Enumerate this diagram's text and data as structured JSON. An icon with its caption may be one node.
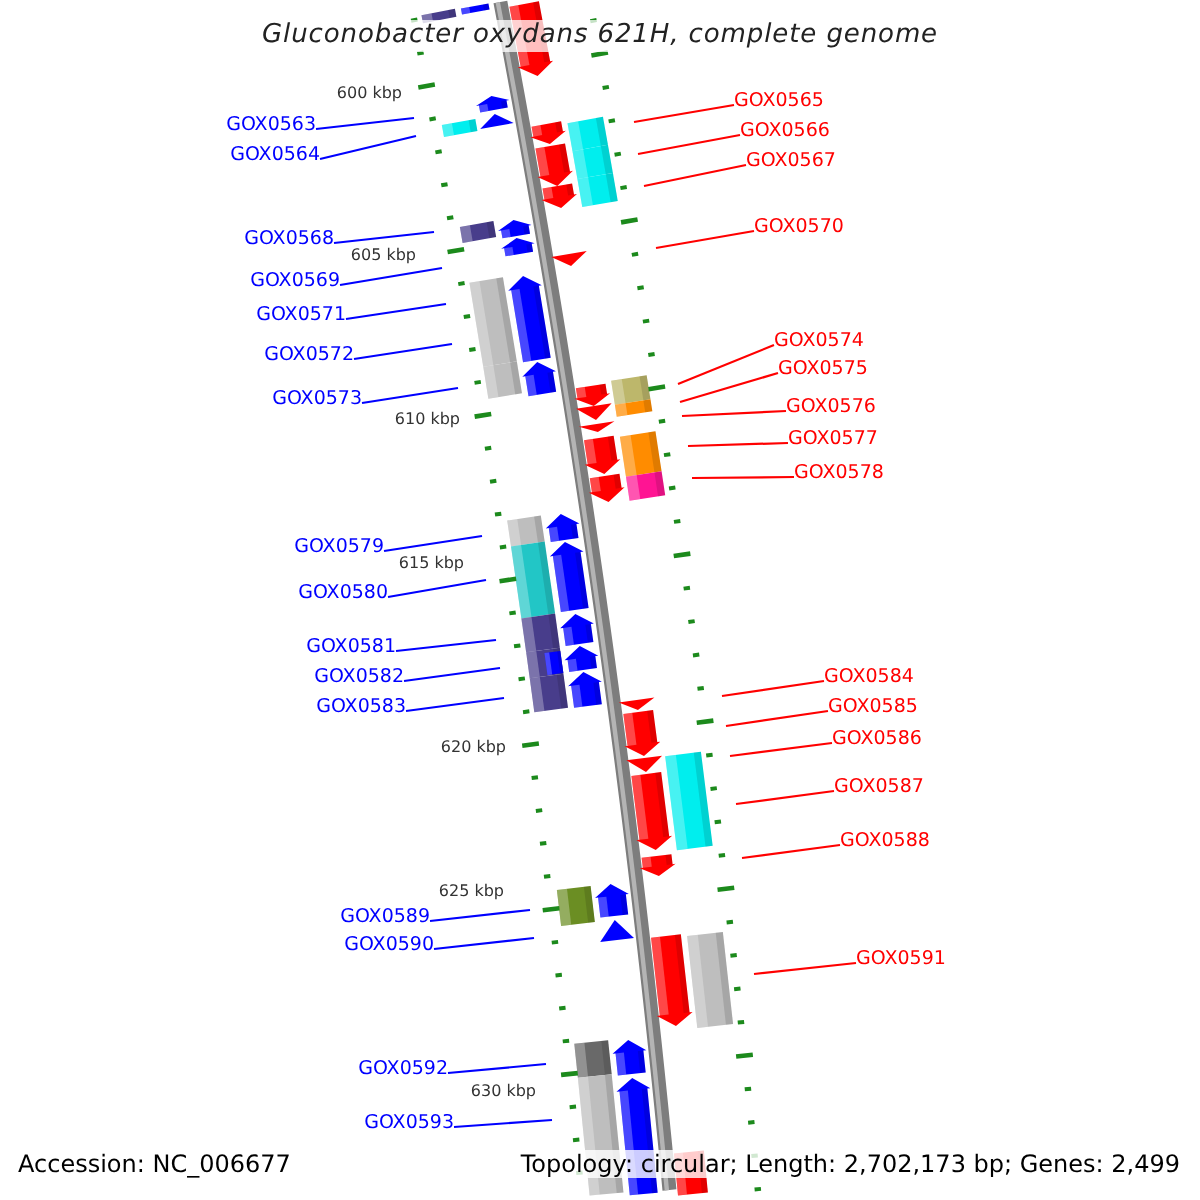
{
  "diagram": {
    "title": "Gluconobacter oxydans 621H, complete genome",
    "nodes": [
      {
        "text": [
          "GOX0563"
        ]
      },
      {
        "text": [
          "GOX0564"
        ]
      },
      {
        "text": [
          "GOX0565"
        ]
      },
      {
        "text": [
          "GOX0566"
        ]
      },
      {
        "text": [
          "GOX0567"
        ]
      },
      {
        "text": [
          "GOX0568"
        ]
      },
      {
        "text": [
          "GOX0569"
        ]
      },
      {
        "text": [
          "GOX0570"
        ]
      },
      {
        "text": [
          "GOX0571"
        ]
      },
      {
        "text": [
          "GOX0572"
        ]
      },
      {
        "text": [
          "GOX0573"
        ]
      },
      {
        "text": [
          "GOX0574"
        ]
      },
      {
        "text": [
          "GOX0575"
        ]
      },
      {
        "text": [
          "GOX0576"
        ]
      },
      {
        "text": [
          "GOX0577"
        ]
      },
      {
        "text": [
          "GOX0578"
        ]
      },
      {
        "text": [
          "GOX0579"
        ]
      },
      {
        "text": [
          "GOX0580"
        ]
      },
      {
        "text": [
          "GOX0581"
        ]
      },
      {
        "text": [
          "GOX0582"
        ]
      },
      {
        "text": [
          "GOX0583"
        ]
      },
      {
        "text": [
          "GOX0584"
        ]
      },
      {
        "text": [
          "GOX0585"
        ]
      },
      {
        "text": [
          "GOX0586"
        ]
      },
      {
        "text": [
          "GOX0587"
        ]
      },
      {
        "text": [
          "GOX0588"
        ]
      },
      {
        "text": [
          "GOX0589"
        ]
      },
      {
        "text": [
          "GOX0590"
        ]
      },
      {
        "text": [
          "GOX0591"
        ]
      },
      {
        "text": [
          "GOX0592"
        ]
      },
      {
        "text": [
          "GOX0593"
        ]
      }
    ],
    "edges": [
      {
        "from": 0,
        "to": null,
        "arrow": "none"
      },
      {
        "from": 1,
        "to": null,
        "arrow": "none"
      },
      {
        "from": 2,
        "to": null,
        "arrow": "none",
        "color": "#ff0000"
      },
      {
        "from": 3,
        "to": null,
        "arrow": "none",
        "color": "#ff0000"
      },
      {
        "from": 4,
        "to": null,
        "arrow": "none",
        "color": "#ff0000"
      },
      {
        "from": 5,
        "to": null,
        "arrow": "none"
      },
      {
        "from": 6,
        "to": null,
        "arrow": "none"
      },
      {
        "from": 7,
        "to": null,
        "arrow": "none",
        "color": "#ff0000"
      },
      {
        "from": 8,
        "to": null,
        "arrow": "none"
      },
      {
        "from": 9,
        "to": null,
        "arrow": "none"
      },
      {
        "from": 10,
        "to": null,
        "arrow": "none"
      },
      {
        "from": 11,
        "to": null,
        "arrow": "none",
        "color": "#ff0000"
      },
      {
        "from": 12,
        "to": null,
        "arrow": "none",
        "color": "#ff0000"
      },
      {
        "from": 13,
        "to": null,
        "arrow": "none",
        "color": "#ff0000"
      },
      {
        "from": 14,
        "to": null,
        "arrow": "none",
        "color": "#ff0000"
      },
      {
        "from": 15,
        "to": null,
        "arrow": "none",
        "color": "#ff0000"
      },
      {
        "from": 16,
        "to": null,
        "arrow": "none"
      },
      {
        "from": 17,
        "to": null,
        "arrow": "none"
      },
      {
        "from": 18,
        "to": null,
        "arrow": "none"
      },
      {
        "from": 19,
        "to": null,
        "arrow": "none"
      },
      {
        "from": 20,
        "to": null,
        "arrow": "none"
      },
      {
        "from": 21,
        "to": null,
        "arrow": "none",
        "color": "#ff0000"
      },
      {
        "from": 22,
        "to": null,
        "arrow": "none",
        "color": "#ff0000"
      },
      {
        "from": 23,
        "to": null,
        "arrow": "none",
        "color": "#ff0000"
      },
      {
        "from": 24,
        "to": null,
        "arrow": "none",
        "color": "#ff0000"
      },
      {
        "from": 25,
        "to": null,
        "arrow": "none",
        "color": "#ff0000"
      },
      {
        "from": 26,
        "to": null,
        "arrow": "none"
      },
      {
        "from": 27,
        "to": null,
        "arrow": "none"
      },
      {
        "from": 28,
        "to": null,
        "arrow": "none",
        "color": "#ff0000"
      },
      {
        "from": 29,
        "to": null,
        "arrow": "none"
      },
      {
        "from": 30,
        "to": null,
        "arrow": "none"
      }
    ],
    "labels": [
      "600 kbp",
      "605 kbp",
      "610 kbp",
      "615 kbp",
      "620 kbp",
      "625 kbp",
      "630 kbp",
      "Accession: NC_006677",
      "Topology: circular; Length: 2,702,173 bp; Genes: 2,499"
    ]
  }
}
